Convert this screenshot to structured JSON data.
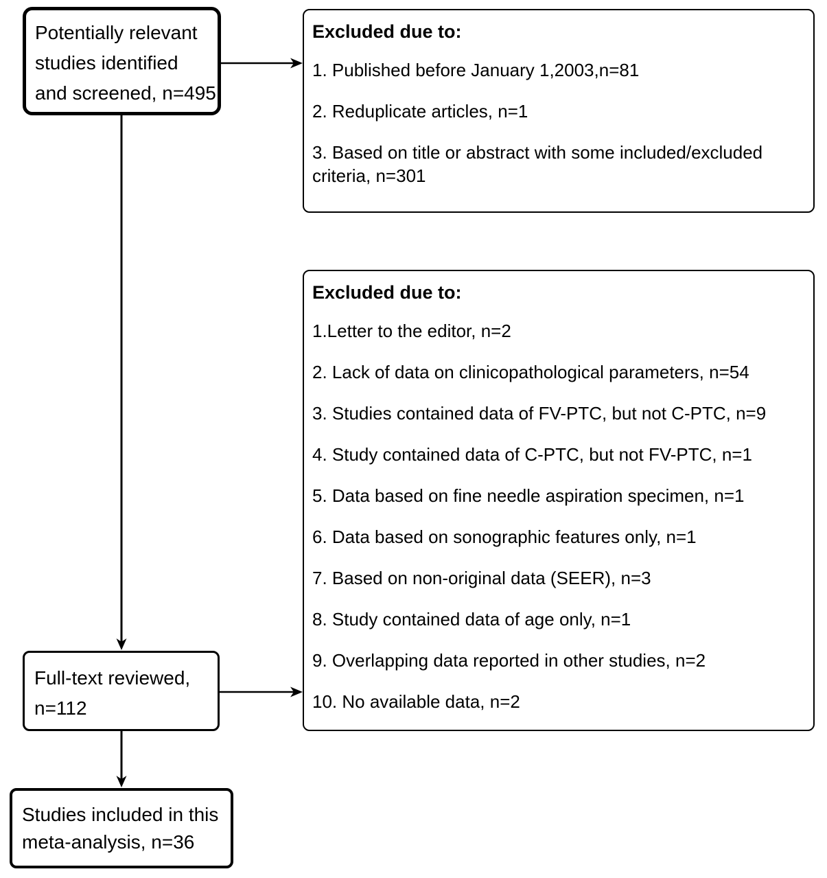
{
  "diagram": {
    "box_screened": {
      "text": "Potentially relevant\nstudies identified\nand screened, n=495"
    },
    "box_excluded_1": {
      "title": "Excluded due to:",
      "items": [
        "1. Published before January 1,2003,n=81",
        "2. Reduplicate articles, n=1",
        "3. Based on title or abstract with some included/excluded\ncriteria, n=301"
      ]
    },
    "box_excluded_2": {
      "title": "Excluded due to:",
      "items": [
        "1.Letter to the editor, n=2",
        "2. Lack of data on clinicopathological parameters, n=54",
        "3. Studies contained data of FV-PTC, but not C-PTC, n=9",
        "4. Study contained data of C-PTC, but not FV-PTC, n=1",
        "5. Data based on fine needle aspiration specimen, n=1",
        "6. Data based on sonographic features only, n=1",
        "7. Based on non-original data (SEER), n=3",
        "8. Study contained data of age only, n=1",
        "9. Overlapping data reported in other studies, n=2",
        "10. No available data, n=2"
      ]
    },
    "box_fulltext": {
      "text": "Full-text reviewed,\nn=112"
    },
    "box_included": {
      "text": "Studies included in this\nmeta-analysis, n=36"
    },
    "colors": {
      "line": "#000000",
      "background": "#ffffff",
      "text": "#000000"
    }
  }
}
